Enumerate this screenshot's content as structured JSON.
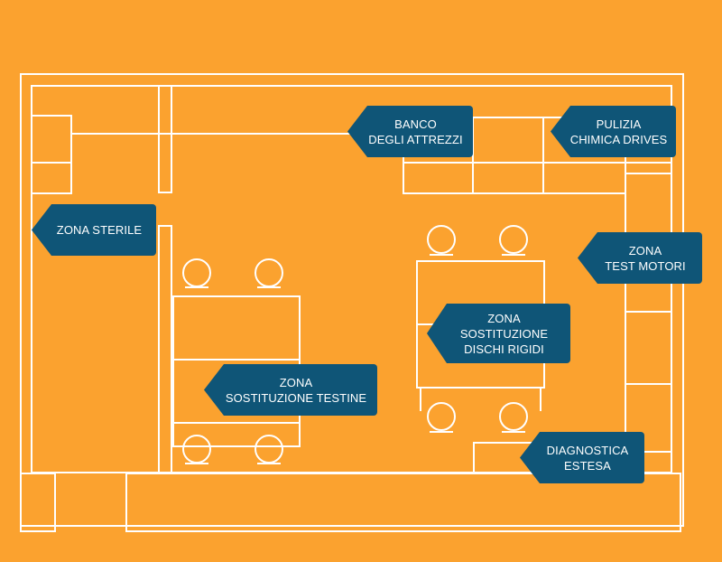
{
  "colors": {
    "background": "#fba22f",
    "walls": "#ffffff",
    "label_background": "#0f5577",
    "label_text": "#ffffff"
  },
  "labels": {
    "banco_attrezzi": "BANCO\nDEGLI ATTREZZI",
    "pulizia_chimica": "PULIZIA\nCHIMICA DRIVES",
    "zona_sterile": "ZONA STERILE",
    "zona_test_motori": "ZONA\nTEST MOTORI",
    "zona_sostituzione_dischi": "ZONA\nSOSTITUZIONE\nDISCHI RIGIDI",
    "zona_sostituzione_testine": "ZONA\nSOSTITUZIONE TESTINE",
    "diagnostica_estesa": "DIAGNOSTICA\nESTESA"
  }
}
